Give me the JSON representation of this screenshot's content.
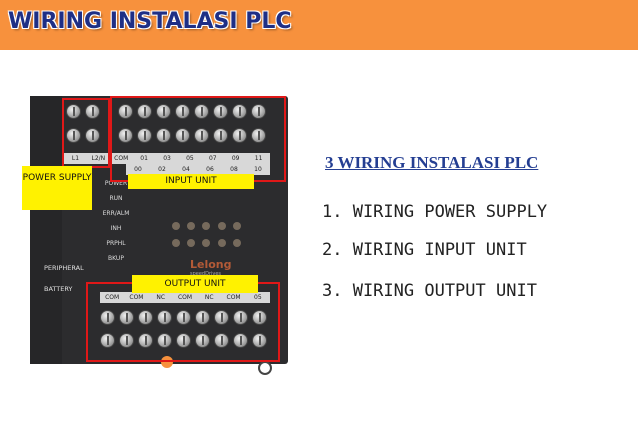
{
  "header": {
    "title": "WIRING INSTALASI PLC"
  },
  "plc": {
    "top_strip": [
      "L1",
      "L2/N",
      "COM",
      "01",
      "03",
      "05",
      "07",
      "09",
      "11"
    ],
    "top_strip_row2": [
      "00",
      "02",
      "04",
      "06",
      "08",
      "10"
    ],
    "bottom_strip": [
      "COM",
      "COM",
      "NC",
      "COM",
      "NC",
      "COM",
      "05"
    ],
    "status_leds": [
      "POWER",
      "RUN",
      "ERR/ALM",
      "INH",
      "PRPHL",
      "BKUP"
    ],
    "side_labels": {
      "peripheral": "PERIPHERAL",
      "battery": "BATTERY"
    },
    "watermark": {
      "brand": "Lelong",
      "sub": "speedDrives"
    }
  },
  "labels": {
    "power_supply": "POWER SUPPLY",
    "input_unit": "INPUT UNIT",
    "output_unit": "OUTPUT UNIT"
  },
  "content": {
    "subtitle": "3 WIRING INSTALASI PLC",
    "items": [
      "1. WIRING POWER SUPPLY",
      "2. WIRING INPUT UNIT",
      "3. WIRING OUTPUT UNIT"
    ]
  },
  "colors": {
    "banner": "#f7913d",
    "title": "#1e2f86",
    "subtitle": "#243e92",
    "highlight": "#fff200",
    "box": "#e01818"
  }
}
